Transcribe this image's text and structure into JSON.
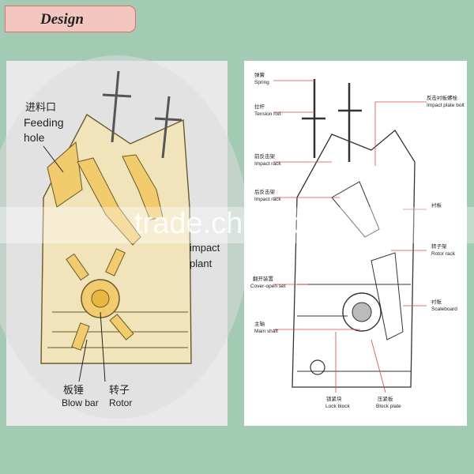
{
  "header": {
    "tag_label": "Design"
  },
  "left_diagram": {
    "feeding_cn": "进料口",
    "feeding_en_1": "Feeding",
    "feeding_en_2": "hole",
    "impact_1": "impact",
    "impact_2": "plant",
    "blowbar_cn": "板锤",
    "blowbar_en": "Blow bar",
    "rotor_cn": "转子",
    "rotor_en": "Rotor"
  },
  "right_diagram": {
    "labels": {
      "spring_cn": "弹簧",
      "spring_en": "Spring",
      "tension_cn": "拉杆",
      "tension_en": "Tension rod",
      "impact_rack1_cn": "前反击架",
      "impact_rack1_en": "Impact rack",
      "impact_rack2_cn": "后反击架",
      "impact_rack2_en": "Impact rack",
      "cover_cn": "翻开装置",
      "cover_en": "Cover-open set",
      "main_shaft_cn": "主轴",
      "main_shaft_en": "Main shaft",
      "lock_cn": "锁紧块",
      "lock_en": "Lock block",
      "block_cn": "压紧板",
      "block_en": "Block plate",
      "bolt_cn": "反击衬板螺栓",
      "bolt_en": "Impact plate bolt",
      "plate_cn": "衬板",
      "rotor_rack_cn": "转子架",
      "rotor_rack_en": "Rotor rack",
      "scale_cn": "衬板",
      "scale_en": "Scaleboard"
    }
  },
  "watermark": {
    "text": "trade.china.cn"
  },
  "colors": {
    "background": "#a3cbb3",
    "machine_fill": "#f1e4bb",
    "part_fill": "#f1cb6c",
    "label_line": "#d64a4a"
  }
}
